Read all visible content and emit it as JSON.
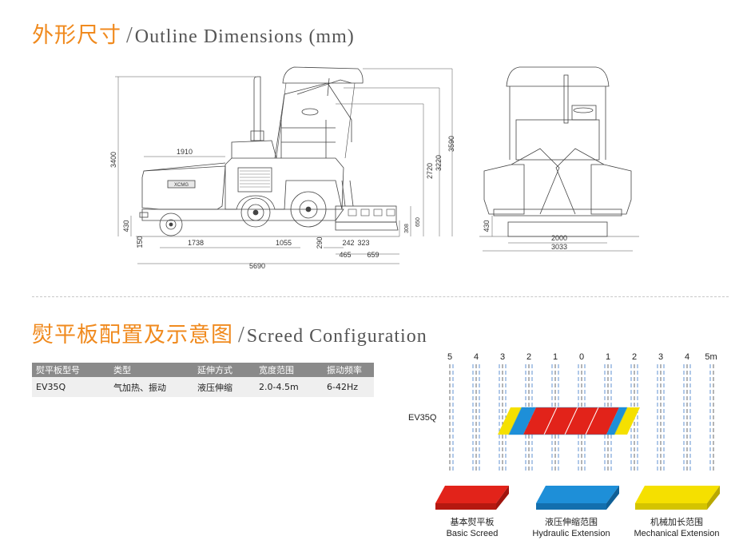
{
  "outline": {
    "title_zh": "外形尺寸",
    "slash": "/",
    "title_en": "Outline Dimensions (mm)",
    "brand": "XCMG",
    "side_dims": {
      "total_height": "3400",
      "hopper_length": "1910",
      "h430": "430",
      "h150": "150",
      "wheelbase_1738": "1738",
      "d1055": "1055",
      "d290": "290",
      "d242": "242",
      "d323": "323",
      "d465": "465",
      "d659": "659",
      "total_length": "5690",
      "h308": "308",
      "h650": "650",
      "h2720": "2720",
      "h3220": "3220",
      "h3590": "3590"
    },
    "front_dims": {
      "h430": "430",
      "w2000": "2000",
      "w3033": "3033"
    }
  },
  "screed": {
    "title_zh": "熨平板配置及示意图",
    "slash": "/",
    "title_en": "Screed Configuration",
    "table": {
      "headers": [
        "熨平板型号",
        "类型",
        "延伸方式",
        "宽度范围",
        "振动频率"
      ],
      "rows": [
        [
          "EV35Q",
          "气加热、振动",
          "液压伸缩",
          "2.0-4.5m",
          "6-42Hz"
        ]
      ]
    },
    "diagram": {
      "scale_labels": [
        "5",
        "4",
        "3",
        "2",
        "1",
        "0",
        "1",
        "2",
        "3",
        "4",
        "5m"
      ],
      "row_label": "EV35Q",
      "colors": {
        "basic": "#e2231a",
        "hydraulic": "#1e8fd8",
        "mechanical": "#f5e000"
      },
      "legend": [
        {
          "zh": "基本熨平板",
          "en": "Basic Screed",
          "color": "#e2231a"
        },
        {
          "zh": "液压伸缩范围",
          "en": "Hydraulic Extension",
          "color": "#1e8fd8"
        },
        {
          "zh": "机械加长范围",
          "en": "Mechanical Extension",
          "color": "#f5e000"
        }
      ]
    }
  }
}
